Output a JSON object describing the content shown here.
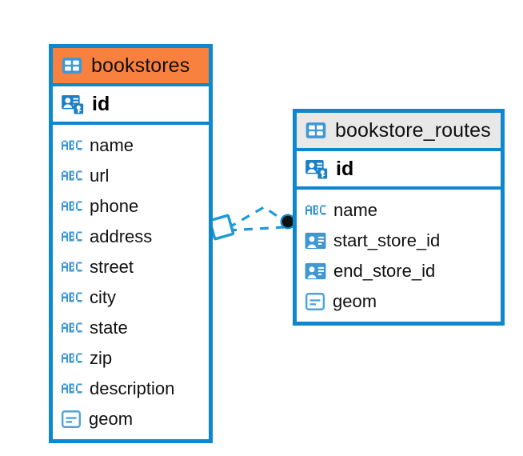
{
  "diagram": {
    "type": "entity-relationship-diagram",
    "background": "#ffffff",
    "accent_blue": "#0e87cc",
    "accent_orange": "#f9813f",
    "accent_gray": "#e8e8e8",
    "icon_blue": "#3f97d3"
  },
  "entities": [
    {
      "name": "bookstores",
      "header_style": "accent-orange",
      "table_icon": "table-icon",
      "primary_key": {
        "label": "id",
        "icon": "primary-key-icon"
      },
      "fields": [
        {
          "label": "name",
          "icon": "abc-text-icon"
        },
        {
          "label": "url",
          "icon": "abc-text-icon"
        },
        {
          "label": "phone",
          "icon": "abc-text-icon"
        },
        {
          "label": "address",
          "icon": "abc-text-icon"
        },
        {
          "label": "street",
          "icon": "abc-text-icon"
        },
        {
          "label": "city",
          "icon": "abc-text-icon"
        },
        {
          "label": "state",
          "icon": "abc-text-icon"
        },
        {
          "label": "zip",
          "icon": "abc-text-icon"
        },
        {
          "label": "description",
          "icon": "abc-text-icon"
        },
        {
          "label": "geom",
          "icon": "geometry-icon"
        }
      ]
    },
    {
      "name": "bookstore_routes",
      "header_style": "accent-gray",
      "table_icon": "table-icon",
      "primary_key": {
        "label": "id",
        "icon": "primary-key-icon"
      },
      "fields": [
        {
          "label": "name",
          "icon": "abc-text-icon"
        },
        {
          "label": "start_store_id",
          "icon": "foreign-key-icon"
        },
        {
          "label": "end_store_id",
          "icon": "foreign-key-icon"
        },
        {
          "label": "geom",
          "icon": "geometry-icon"
        }
      ]
    }
  ],
  "relationship": {
    "style": "dashed",
    "color": "#0e87cc",
    "source_endpoint": "diamond-handle",
    "target_endpoint": "filled-circle-handle",
    "from_entity": "bookstores",
    "to_entity": "bookstore_routes"
  }
}
